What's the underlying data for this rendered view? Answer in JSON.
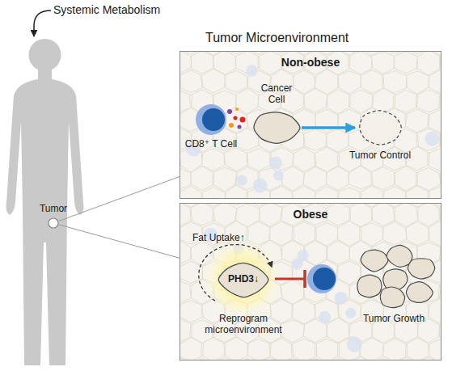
{
  "diagram": {
    "nodes": [
      {
        "text": [
          "Non-obese"
        ]
      },
      {
        "text": [
          "CD8⁺ T Cell"
        ],
        "in": 0
      },
      {
        "text": [
          "Cancer Cell"
        ],
        "in": 0
      },
      {
        "text": [
          "Tumor Control"
        ],
        "in": 0
      },
      {
        "text": [
          "Obese"
        ]
      },
      {
        "text": [
          "Fat Uptake↑",
          "PHD3↓",
          "Reprogram microenvironment"
        ],
        "in": 4
      },
      {
        "text": [
          "Tumor Growth"
        ],
        "in": 4
      },
      {
        "text": [
          "Tumor"
        ]
      }
    ],
    "edges": [
      {
        "from": 2,
        "to": 3,
        "arrow": "to"
      },
      {
        "from": 7,
        "to": 0,
        "arrow": "none"
      },
      {
        "from": 7,
        "to": 4,
        "arrow": "none"
      }
    ],
    "labels": [
      "Systemic Metabolism",
      "Tumor Microenvironment"
    ]
  }
}
